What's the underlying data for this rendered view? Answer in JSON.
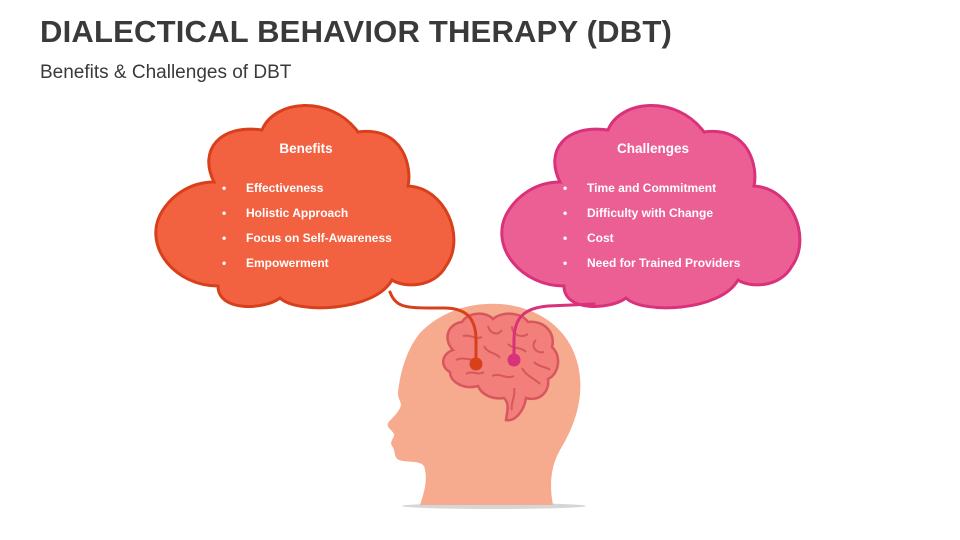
{
  "title": "DIALECTICAL BEHAVIOR THERAPY (DBT)",
  "subtitle": "Benefits & Challenges of DBT",
  "benefits": {
    "heading": "Benefits",
    "items": [
      "Effectiveness",
      "Holistic Approach",
      "Focus on Self-Awareness",
      "Empowerment"
    ]
  },
  "challenges": {
    "heading": "Challenges",
    "items": [
      "Time and Commitment",
      "Difficulty with Change",
      "Cost",
      "Need for Trained Providers"
    ]
  },
  "colors": {
    "benefits_fill": "#f26140",
    "benefits_stroke": "#d8401c",
    "challenges_fill": "#ec5f94",
    "challenges_stroke": "#d9317a",
    "head_fill": "#f6aa8e",
    "brain_fill": "#f27f7a",
    "brain_stroke": "#d8565e",
    "title_text": "#3a3a3a"
  }
}
